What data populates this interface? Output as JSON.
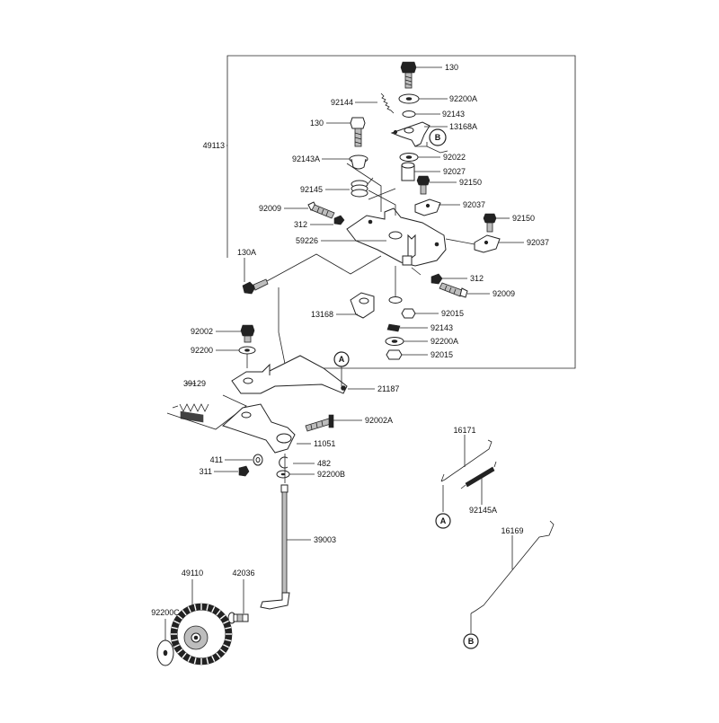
{
  "labels": {
    "p130_top": "130",
    "p92200A_top": "92200A",
    "p92144": "92144",
    "p92143_top": "92143",
    "p130_mid": "130",
    "p13168A": "13168A",
    "p49113": "49113",
    "p92143A": "92143A",
    "p92022": "92022",
    "p92027": "92027",
    "p92150_a": "92150",
    "p92145": "92145",
    "p92037_a": "92037",
    "p92009_a": "92009",
    "p92150_b": "92150",
    "p312_a": "312",
    "p59226": "59226",
    "p92037_b": "92037",
    "p130A": "130A",
    "p312_b": "312",
    "p92009_b": "92009",
    "p13168": "13168",
    "p92015_a": "92015",
    "p92143_b": "92143",
    "p92002": "92002",
    "p92200A_b": "92200A",
    "p92200": "92200",
    "p92015_b": "92015",
    "p39129": "39129",
    "p21187": "21187",
    "p92002A": "92002A",
    "p11051": "11051",
    "p411": "411",
    "p482": "482",
    "p311": "311",
    "p92200B": "92200B",
    "p16171": "16171",
    "p92145A": "92145A",
    "p39003": "39003",
    "p16169": "16169",
    "p49110": "49110",
    "p42036": "42036",
    "p92200C": "92200C"
  },
  "callouts": {
    "a": "A",
    "b": "B"
  }
}
